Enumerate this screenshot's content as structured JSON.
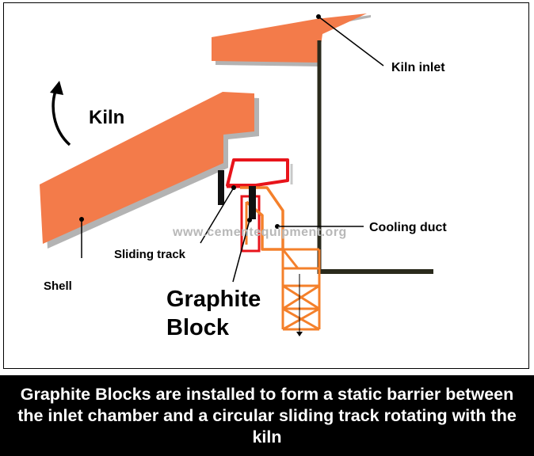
{
  "diagram": {
    "labels": {
      "kiln": "Kiln",
      "kiln_inlet": "Kiln inlet",
      "cooling_duct": "Cooling duct",
      "sliding_track": "Sliding track",
      "shell": "Shell",
      "graphite_line1": "Graphite",
      "graphite_line2": "Block"
    },
    "watermark": "www.cementequipment.org",
    "colors": {
      "shell_fill": "#f37b4a",
      "shadow": "#b3b3b3",
      "red": "#e8141b",
      "orange": "#f4802b",
      "dark": "#2a2a1c"
    }
  },
  "caption": "Graphite Blocks are installed to form a static barrier between the inlet chamber and a circular sliding track rotating with the kiln"
}
